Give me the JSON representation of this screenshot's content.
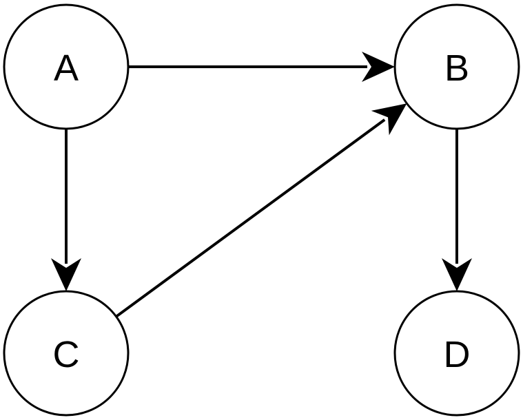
{
  "diagram": {
    "nodes": [
      {
        "id": "A",
        "label": "A"
      },
      {
        "id": "B",
        "label": "B"
      },
      {
        "id": "C",
        "label": "C"
      },
      {
        "id": "D",
        "label": "D"
      }
    ],
    "edges": [
      {
        "from": "A",
        "to": "B"
      },
      {
        "from": "A",
        "to": "C"
      },
      {
        "from": "C",
        "to": "B"
      },
      {
        "from": "B",
        "to": "D"
      }
    ],
    "colors": {
      "stroke": "#000000",
      "fill": "#ffffff"
    }
  }
}
